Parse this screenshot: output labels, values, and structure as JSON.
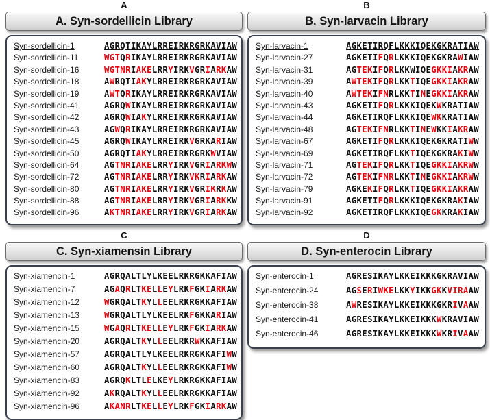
{
  "colors": {
    "mutation_red": "#e8000d",
    "sequence_black": "#101010",
    "box_border": "#3a414c",
    "header_fill": "#e3e3e3"
  },
  "panels": [
    {
      "corner_label": "A",
      "header": "A. Syn-sordellicin Library",
      "rows": [
        {
          "name": "Syn-sordellicin-1",
          "seq": "AGRQTIKAYLRREIRKRGRKAVIAW",
          "red": [],
          "underline": true
        },
        {
          "name": "Syn-sordellicin-11",
          "seq": "WGTQRIKAYLRREIRKRGRKAVIAW",
          "red": [
            0,
            1,
            2,
            4
          ]
        },
        {
          "name": "Syn-sordellicin-16",
          "seq": "WGTNRIAKELRRYIRKVGRIARKAW",
          "red": [
            0,
            1,
            2,
            3,
            4,
            6,
            7,
            8,
            12,
            16,
            19,
            21,
            22
          ]
        },
        {
          "name": "Syn-sordellicin-18",
          "seq": "AWRQTIAKYLRREIRKRGRKAVIAW",
          "red": [
            1,
            6,
            7
          ]
        },
        {
          "name": "Syn-sordellicin-19",
          "seq": "AWTQRIKAYLRREIRKRGRKAVIAW",
          "red": [
            1,
            2,
            4
          ]
        },
        {
          "name": "Syn-sordellicin-41",
          "seq": "AGRQWIKAYLRREIRKRGRKAVIAW",
          "red": [
            4
          ]
        },
        {
          "name": "Syn-sordellicin-42",
          "seq": "AGRQWIAKYLRREIRKRGRKAVIAW",
          "red": [
            4,
            7
          ]
        },
        {
          "name": "Syn-sordellicin-43",
          "seq": "AGWQRIKAYLRREIRKRGRKAVIAW",
          "red": [
            2,
            4
          ]
        },
        {
          "name": "Syn-sordellicin-45",
          "seq": "AGRQWIKAYLRREIRKVGRKARIAW",
          "red": [
            4,
            16,
            21
          ]
        },
        {
          "name": "Syn-sordellicin-50",
          "seq": "AGRQTIAKYLRREIRKRGRKWVIAW",
          "red": [
            6,
            7,
            20
          ]
        },
        {
          "name": "Syn-sordellicin-64",
          "seq": "AGTNRIAKELRRYIRKVGRIARKWW",
          "red": [
            2,
            3,
            4,
            6,
            7,
            8,
            12,
            16,
            19,
            21,
            22,
            23
          ]
        },
        {
          "name": "Syn-sordellicin-72",
          "seq": "AGTNRIAKELRRYIRKVKRIARKAW",
          "red": [
            2,
            3,
            4,
            6,
            7,
            8,
            12,
            16,
            17,
            19,
            21,
            22
          ]
        },
        {
          "name": "Syn-sordellicin-80",
          "seq": "AGTNRIAKELRRYIRKVGRIKRKAW",
          "red": [
            2,
            3,
            4,
            6,
            7,
            8,
            12,
            16,
            19,
            20,
            22
          ]
        },
        {
          "name": "Syn-sordellicin-88",
          "seq": "AGTNRIAKELRRYIRKVGRIARKKW",
          "red": [
            2,
            3,
            4,
            6,
            7,
            8,
            12,
            16,
            19,
            21,
            22
          ]
        },
        {
          "name": "Syn-sordellicin-96",
          "seq": "AKTNRIAKELRRYIRKVGRIARKAW",
          "red": [
            1,
            2,
            3,
            4,
            6,
            7,
            8,
            12,
            16,
            19,
            21,
            22
          ]
        }
      ]
    },
    {
      "corner_label": "B",
      "header": "B. Syn-larvacin Library",
      "rows": [
        {
          "name": "Syn-larvacin-1",
          "seq": "AGKETIRQFLKKKIQEKGKRATIAW",
          "red": [],
          "underline": true
        },
        {
          "name": "Syn-larvacin-27",
          "seq": "AGKETIFQRLKKKIQEKGKRAWIAW",
          "red": [
            6,
            8,
            21
          ]
        },
        {
          "name": "Syn-larvacin-31",
          "seq": "AGTEKIFQRLKKWIQEGKKIAKRAW",
          "red": [
            2,
            3,
            4,
            6,
            8,
            16,
            17,
            18,
            19,
            21,
            22
          ]
        },
        {
          "name": "Syn-larvacin-39",
          "seq": "AWTEKIFQRLKKTIQEGKKIAKRAW",
          "red": [
            1,
            2,
            3,
            4,
            6,
            8,
            12,
            16,
            17,
            18,
            19,
            21,
            22
          ]
        },
        {
          "name": "Syn-larvacin-40",
          "seq": "AWTEKIFNRLKKTINEGKKIAKRAW",
          "red": [
            1,
            2,
            3,
            4,
            6,
            7,
            12,
            14,
            16,
            17,
            18,
            19,
            21,
            22
          ]
        },
        {
          "name": "Syn-larvacin-43",
          "seq": "AGKETIFQRLKKKIQEKWKRATIAW",
          "red": [
            6,
            8,
            17
          ]
        },
        {
          "name": "Syn-larvacin-44",
          "seq": "AGKETIRQFLKKKIQEWKKRATIAW",
          "red": [
            16,
            17
          ]
        },
        {
          "name": "Syn-larvacin-48",
          "seq": "AGTEKIFNRLKKTINEWKKIAKRAW",
          "red": [
            2,
            3,
            4,
            6,
            7,
            12,
            14,
            16,
            19,
            21,
            22
          ]
        },
        {
          "name": "Syn-larvacin-67",
          "seq": "AGKETIFQRLKKKIQEKGKRATIWW",
          "red": [
            6,
            8,
            23
          ]
        },
        {
          "name": "Syn-larvacin-69",
          "seq": "AGKETIRQFLKKTIQEKGKRAKIWW",
          "red": [
            12,
            21,
            23
          ]
        },
        {
          "name": "Syn-larvacin-71",
          "seq": "AGTEKIFQRLKKTIQEGKKIAKRWW",
          "red": [
            2,
            3,
            4,
            6,
            8,
            12,
            16,
            17,
            18,
            19,
            21,
            22,
            23
          ]
        },
        {
          "name": "Syn-larvacin-72",
          "seq": "AGTEKIFNRLKKTINEGKKIAKRWW",
          "red": [
            2,
            3,
            4,
            6,
            7,
            8,
            12,
            14,
            16,
            17,
            18,
            19,
            21,
            22,
            23
          ]
        },
        {
          "name": "Syn-larvacin-79",
          "seq": "AGKEKIFQRLKKTIQEGKKIAKRAW",
          "red": [
            4,
            6,
            8,
            12,
            16,
            17,
            18,
            19,
            21,
            22
          ]
        },
        {
          "name": "Syn-larvacin-91",
          "seq": "AGKETIFQRLKKKIQEKGKRAKIAW",
          "red": [
            6,
            8,
            21
          ]
        },
        {
          "name": "Syn-larvacin-92",
          "seq": "AGKETIRQFLKKKIQEGKKRAKIAW",
          "red": [
            16,
            17,
            21
          ]
        }
      ]
    },
    {
      "corner_label": "C",
      "header": "C. Syn-xiamensin Library",
      "rows": [
        {
          "name": "Syn-xiamencin-1",
          "seq": "AGRQALTLYLKEELRKRGKKAFIAW",
          "red": [],
          "underline": true
        },
        {
          "name": "Syn-xiamencin-7",
          "seq": "AGAQRLTKELLEYLRKFGKIARKAW",
          "red": [
            2,
            4,
            7,
            8,
            10,
            12,
            16,
            19,
            21,
            22
          ]
        },
        {
          "name": "Syn-xiamencin-12",
          "seq": "WGRQALTKYLLEELRKRGKKAFIAW",
          "red": [
            0,
            7,
            10
          ]
        },
        {
          "name": "Syn-xiamencin-13",
          "seq": "WGRQALTLYLKEELRKFGKKARIAW",
          "red": [
            0,
            16,
            21
          ]
        },
        {
          "name": "Syn-xiamencin-15",
          "seq": "WGAQRLTKELLEYLRKFGKIARKAW",
          "red": [
            0,
            2,
            4,
            7,
            8,
            10,
            12,
            16,
            19,
            21,
            22
          ]
        },
        {
          "name": "Syn-xiamencin-20",
          "seq": "AGRQALTKYLLEELRKRWKKAFIAW",
          "red": [
            7,
            10,
            17
          ]
        },
        {
          "name": "Syn-xiamencin-57",
          "seq": "AGRQALTLYLKEELRKRGKKAFIWW",
          "red": [
            23
          ]
        },
        {
          "name": "Syn-xiamencin-60",
          "seq": "AGRQALTKYLLEELRKRGKKAFIWW",
          "red": [
            7,
            10,
            23
          ]
        },
        {
          "name": "Syn-xiamencin-83",
          "seq": "AGRQKLTLELKEYLRKRGKKAFIAW",
          "red": [
            4,
            8,
            12
          ]
        },
        {
          "name": "Syn-xiamencin-92",
          "seq": "AKRQALTKYLLEELRKRGKKAFIAW",
          "red": [
            1,
            7,
            10
          ]
        },
        {
          "name": "Syn-xiamencin-96",
          "seq": "AKANRLTKELLEYLRKFGKIARKAW",
          "red": [
            1,
            2,
            3,
            4,
            7,
            8,
            10,
            12,
            16,
            19,
            21,
            22
          ]
        }
      ]
    },
    {
      "corner_label": "D",
      "header": "D. Syn-enterocin Library",
      "rows": [
        {
          "name": "Syn-enterocin-1",
          "seq": "AGRESIKAYLKKEIKKKGKRAVIAW",
          "red": [],
          "underline": true
        },
        {
          "name": "Syn-enterocin-24",
          "seq": "AGSERIWKELKKYIKKGKKVIRAAW",
          "red": [
            2,
            4,
            6,
            7,
            8,
            12,
            16,
            17,
            19,
            20,
            21,
            22
          ]
        },
        {
          "name": "Syn-enterocin-38",
          "seq": "AWRESIKAYLKKEIKKKGKRIVAAW",
          "red": [
            1,
            20,
            22
          ]
        },
        {
          "name": "Syn-enterocin-41",
          "seq": "AGRESIKAYLKKEIKKKWKRAVIAW",
          "red": [
            17
          ]
        },
        {
          "name": "Syn-enterocin-46",
          "seq": "AGRESIKAYLKKEIKKKWKRIVAAW",
          "red": [
            17,
            20,
            22
          ]
        }
      ]
    }
  ]
}
